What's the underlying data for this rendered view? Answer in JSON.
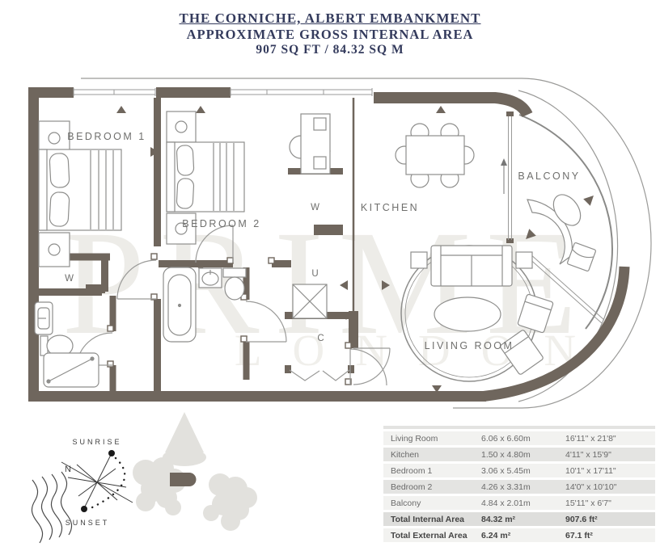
{
  "title": {
    "line1": "THE CORNICHE, ALBERT EMBANKMENT",
    "line2": "APPROXIMATE GROSS INTERNAL AREA",
    "line3": "907 SQ FT / 84.32 SQ M"
  },
  "watermark": {
    "line1": "PRIME",
    "line2": "LONDON"
  },
  "floorplan": {
    "labels": {
      "bedroom1": "BEDROOM 1",
      "bedroom2": "BEDROOM 2",
      "kitchen": "KITCHEN",
      "living_room": "LIVING ROOM",
      "balcony": "BALCONY",
      "wardrobe_bed1": "W",
      "wardrobe_hall": "W",
      "utility": "U",
      "cupboard": "C"
    }
  },
  "compass": {
    "sunrise": "SUNRISE",
    "north": "N",
    "sunset": "SUNSET"
  },
  "area_table": {
    "rows": [
      {
        "name": "Living Room",
        "metric": "6.06 x 6.60m",
        "imperial": "16'11\" x 21'8\""
      },
      {
        "name": "Kitchen",
        "metric": "1.50 x 4.80m",
        "imperial": "4'11\" x 15'9\""
      },
      {
        "name": "Bedroom 1",
        "metric": "3.06 x 5.45m",
        "imperial": "10'1\" x 17'11\""
      },
      {
        "name": "Bedroom 2",
        "metric": "4.26 x 3.31m",
        "imperial": "14'0\" x 10'10\""
      },
      {
        "name": "Balcony",
        "metric": "4.84 x 2.01m",
        "imperial": "15'11\" x 6'7\""
      },
      {
        "name": "Total Internal Area",
        "metric": "84.32 m²",
        "imperial": "907.6 ft²"
      },
      {
        "name": "Total External Area",
        "metric": "6.24 m²",
        "imperial": "67.1 ft²"
      }
    ]
  },
  "colors": {
    "wall": "#6F665D",
    "furniture_line": "#8e8e8c",
    "title_navy": "#333a5c",
    "table_stripe": "#e4e4e2",
    "tree": "#e2e1dd"
  }
}
